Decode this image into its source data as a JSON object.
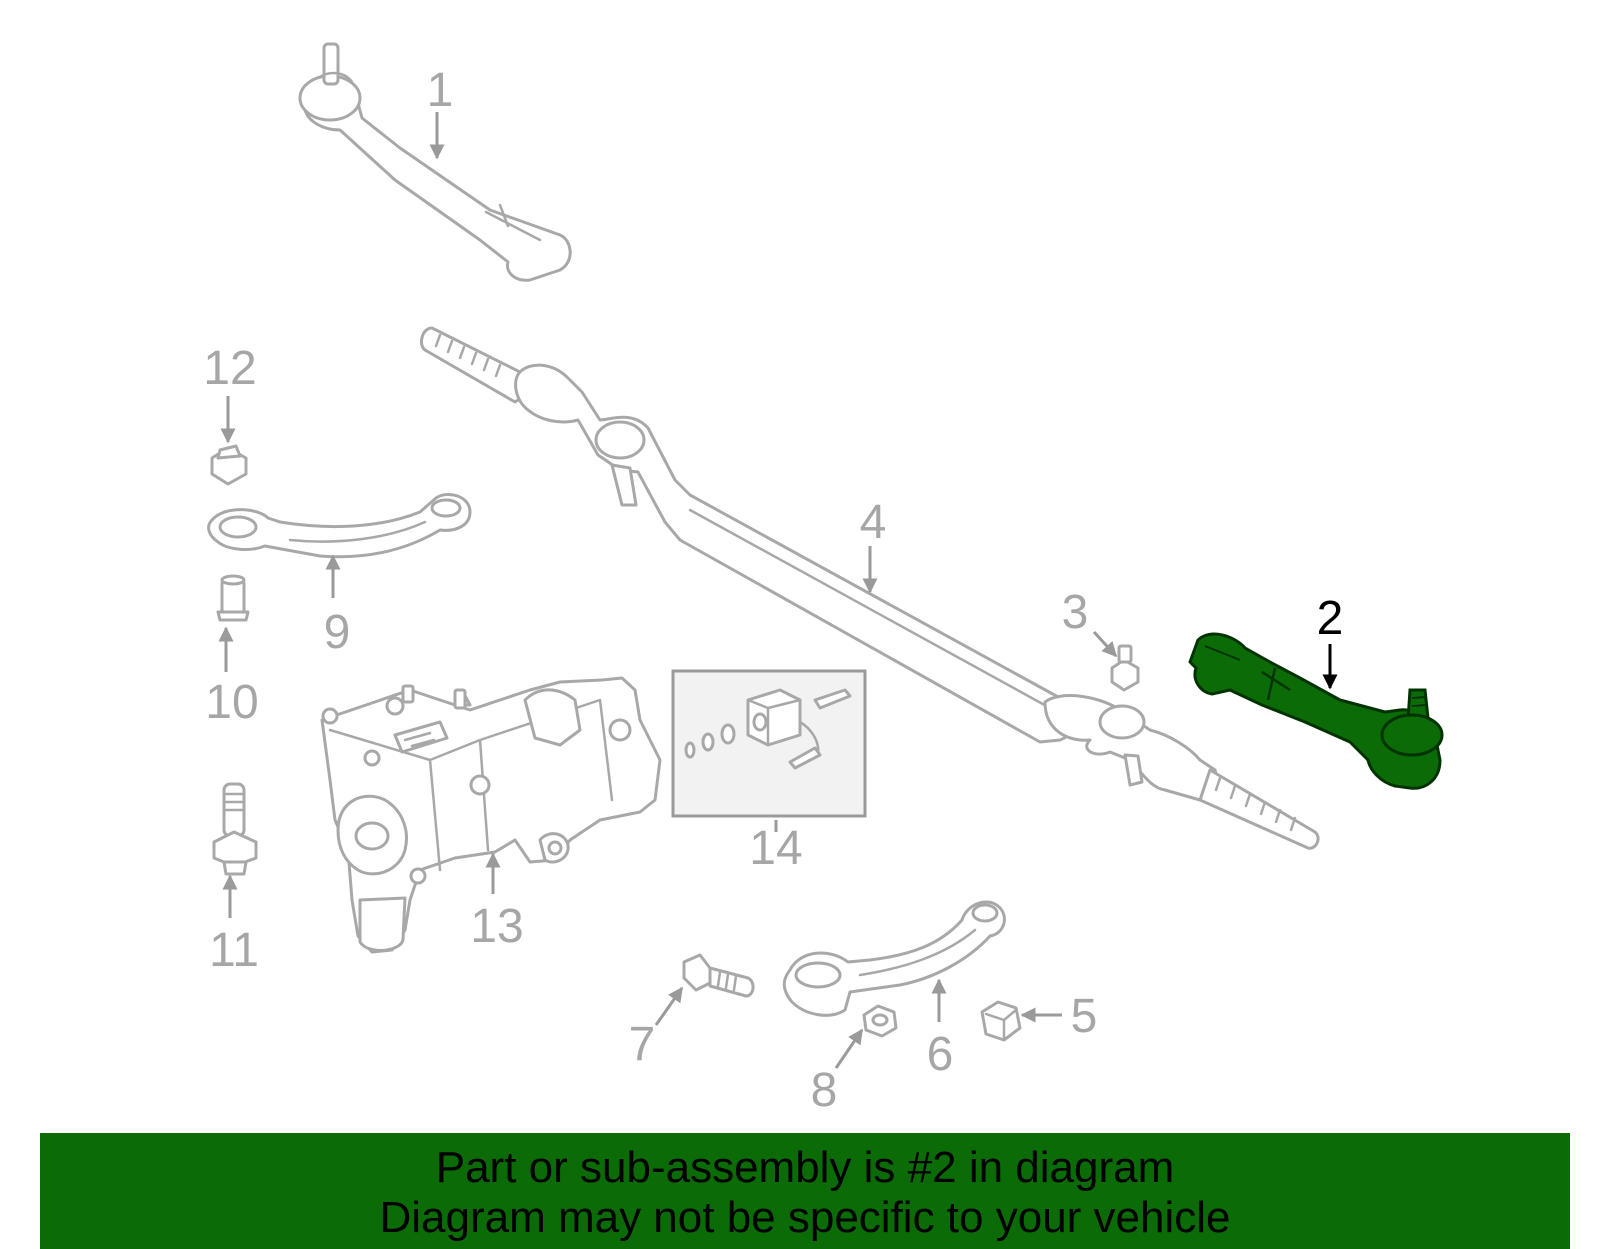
{
  "callouts": {
    "c1": "1",
    "c2": "2",
    "c3": "3",
    "c4": "4",
    "c5": "5",
    "c6": "6",
    "c7": "7",
    "c8": "8",
    "c9": "9",
    "c10": "10",
    "c11": "11",
    "c12": "12",
    "c13": "13",
    "c14": "14"
  },
  "highlighted_part": "2",
  "colors": {
    "highlight_fill": "#0b6b07",
    "banner_background": "#0b6b07",
    "parts_stroke": "#a8a8a8",
    "callout_text": "#a6a6a6",
    "highlighted_callout": "#000000"
  },
  "banner": {
    "line1": "Part or sub-assembly is #2 in diagram",
    "line2": "Diagram may not be specific to your vehicle"
  }
}
